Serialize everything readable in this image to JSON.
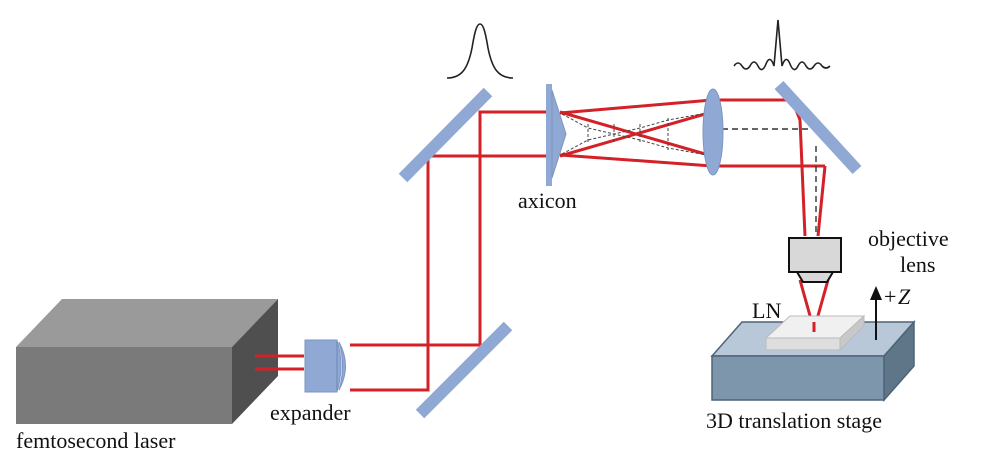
{
  "labels": {
    "laser": "femtosecond laser",
    "expander": "expander",
    "axicon": "axicon",
    "objective_line1": "objective",
    "objective_line2": "lens",
    "sample": "LN",
    "z_sign": "+",
    "z_axis": "Z",
    "stage": "3D translation stage"
  },
  "colors": {
    "beam": "#d42027",
    "optic": "#8fa8d4",
    "optic_edge": "#7d95c2",
    "laser_front": "#7a7a7a",
    "laser_top": "#9a9a9a",
    "laser_side": "#4f4f4f",
    "stage_front": "#7e96ac",
    "stage_top": "#b8c8d8",
    "stage_side": "#5e7688",
    "sample": "#e8e8e8",
    "objective": "#d8d8d8",
    "profile_curve": "#222222"
  },
  "icons": {
    "gaussian_profile": "gaussian-profile-icon",
    "bessel_profile": "bessel-profile-icon",
    "z_arrow": "arrow-up-icon"
  }
}
